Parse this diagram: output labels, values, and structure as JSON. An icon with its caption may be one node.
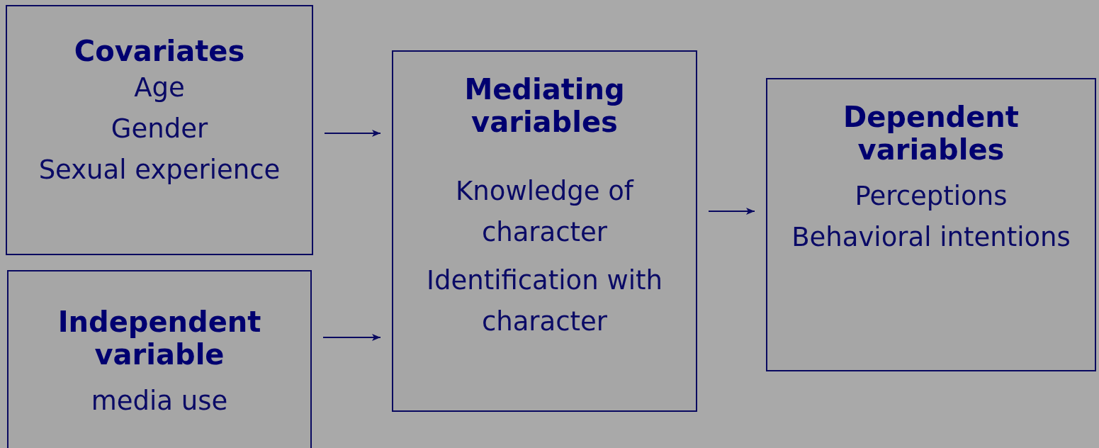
{
  "diagram": {
    "nodes": [
      {
        "text": [
          "Covariates",
          "Age",
          "Gender",
          "Sexual experience"
        ]
      },
      {
        "text": [
          "Independent variable",
          "media use"
        ]
      },
      {
        "text": [
          "Mediating variables",
          "Knowledge of character",
          "Identification with character"
        ]
      },
      {
        "text": [
          "Dependent variables",
          "Perceptions",
          "Behavioral intentions"
        ]
      }
    ],
    "edges": [
      {
        "from": 0,
        "to": 2,
        "arrow": "to"
      },
      {
        "from": 1,
        "to": 2,
        "arrow": "to"
      },
      {
        "from": 2,
        "to": 3,
        "arrow": "to"
      }
    ]
  }
}
